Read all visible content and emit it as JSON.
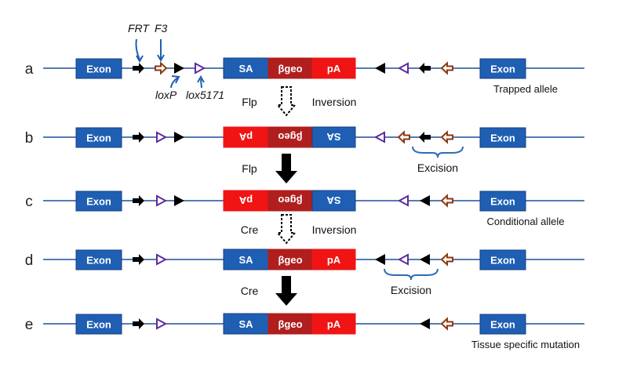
{
  "colors": {
    "exon": "#1F5FB3",
    "exon_border": "#163F80",
    "sa": "#1F5FB3",
    "bgeo": "#B01E1E",
    "pa": "#F01414",
    "frt": "#000000",
    "f3_fill": "#ffffff",
    "f3_stroke": "#8B3A10",
    "loxp": "#000000",
    "lox5171": "#5B2C9E",
    "line": "#1F4E9A",
    "arrow_label": "#1F5FB3"
  },
  "labels": {
    "frt": "FRT",
    "f3": "F3",
    "loxp": "loxP",
    "lox5171": "lox5171",
    "exon": "Exon",
    "sa": "SA",
    "bgeo": "βgeo",
    "pa": "pA"
  },
  "rows": [
    {
      "id": "a",
      "label": "a",
      "inverted": false,
      "note": "Trapped allele",
      "left": [
        "frt-r",
        "f3-r",
        "loxp-r",
        "lox5171-r"
      ],
      "right": [
        "loxp-l",
        "lox5171-l",
        "frt-l",
        "f3-l"
      ]
    },
    {
      "id": "b",
      "label": "b",
      "inverted": true,
      "note": "",
      "left": [
        "frt-r",
        "lox5171-r",
        "loxp-r"
      ],
      "right": [
        "lox5171-l",
        "f3-l",
        "frt-l",
        "f3-l"
      ]
    },
    {
      "id": "c",
      "label": "c",
      "inverted": true,
      "note": "Conditional  allele",
      "left": [
        "frt-r",
        "lox5171-r",
        "loxp-r"
      ],
      "right": [
        "lox5171-l",
        "loxp-l",
        "f3-l"
      ]
    },
    {
      "id": "d",
      "label": "d",
      "inverted": false,
      "note": "",
      "left": [
        "frt-r",
        "lox5171-r"
      ],
      "right": [
        "loxp-l",
        "lox5171-l",
        "loxp-l",
        "f3-l"
      ]
    },
    {
      "id": "e",
      "label": "e",
      "inverted": false,
      "note": "Tissue specific mutation",
      "left": [
        "frt-r",
        "lox5171-r"
      ],
      "right": [
        "loxp-l",
        "f3-l"
      ]
    }
  ],
  "steps": [
    {
      "recombinase": "Flp",
      "action": "Inversion",
      "style": "dashed"
    },
    {
      "recombinase": "Flp",
      "action": "",
      "style": "solid"
    },
    {
      "recombinase": "Cre",
      "action": "Inversion",
      "style": "dashed"
    },
    {
      "recombinase": "Cre",
      "action": "",
      "style": "solid"
    }
  ],
  "excisions": [
    {
      "row": "b",
      "label": "Excision"
    },
    {
      "row": "d",
      "label": "Excision"
    }
  ]
}
